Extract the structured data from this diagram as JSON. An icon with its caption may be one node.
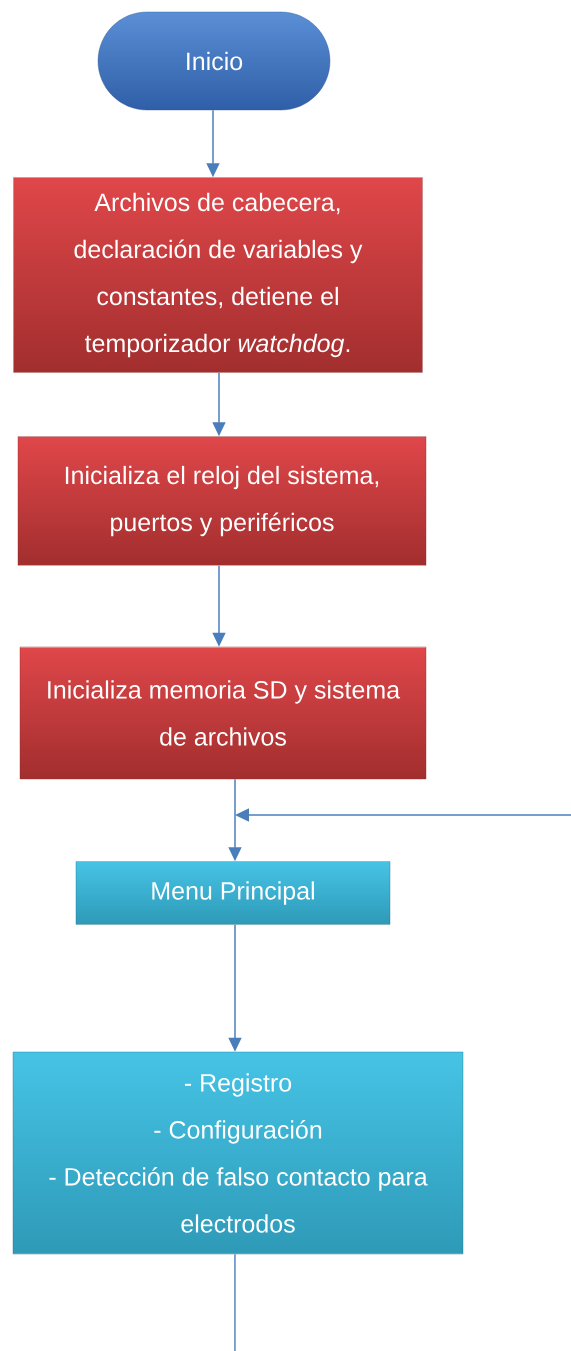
{
  "diagram": {
    "nodes": [
      {
        "text": [
          "Inicio"
        ]
      },
      {
        "text": [
          "Archivos de cabecera, declaración de variables y constantes, detiene el temporizador *watchdog*."
        ]
      },
      {
        "text": [
          "Inicializa el reloj del sistema, puertos y periféricos"
        ]
      },
      {
        "text": [
          "Inicializa memoria SD y sistema de archivos"
        ]
      },
      {
        "text": [
          "Menu Principal"
        ]
      },
      {
        "text": [
          "- Registro",
          "- Configuración",
          "- Detección de falso contacto para electrodos"
        ]
      }
    ],
    "edges": [
      {
        "from": 0,
        "to": 1,
        "arrow": "to"
      },
      {
        "from": 1,
        "to": 2,
        "arrow": "to"
      },
      {
        "from": 2,
        "to": 3,
        "arrow": "to"
      },
      {
        "from": 3,
        "to": 4,
        "arrow": "to"
      },
      {
        "from": null,
        "to": 4,
        "arrow": "to"
      },
      {
        "from": 5,
        "to": null,
        "arrow": "none"
      },
      {
        "from": 4,
        "to": 5,
        "arrow": "to"
      }
    ]
  }
}
